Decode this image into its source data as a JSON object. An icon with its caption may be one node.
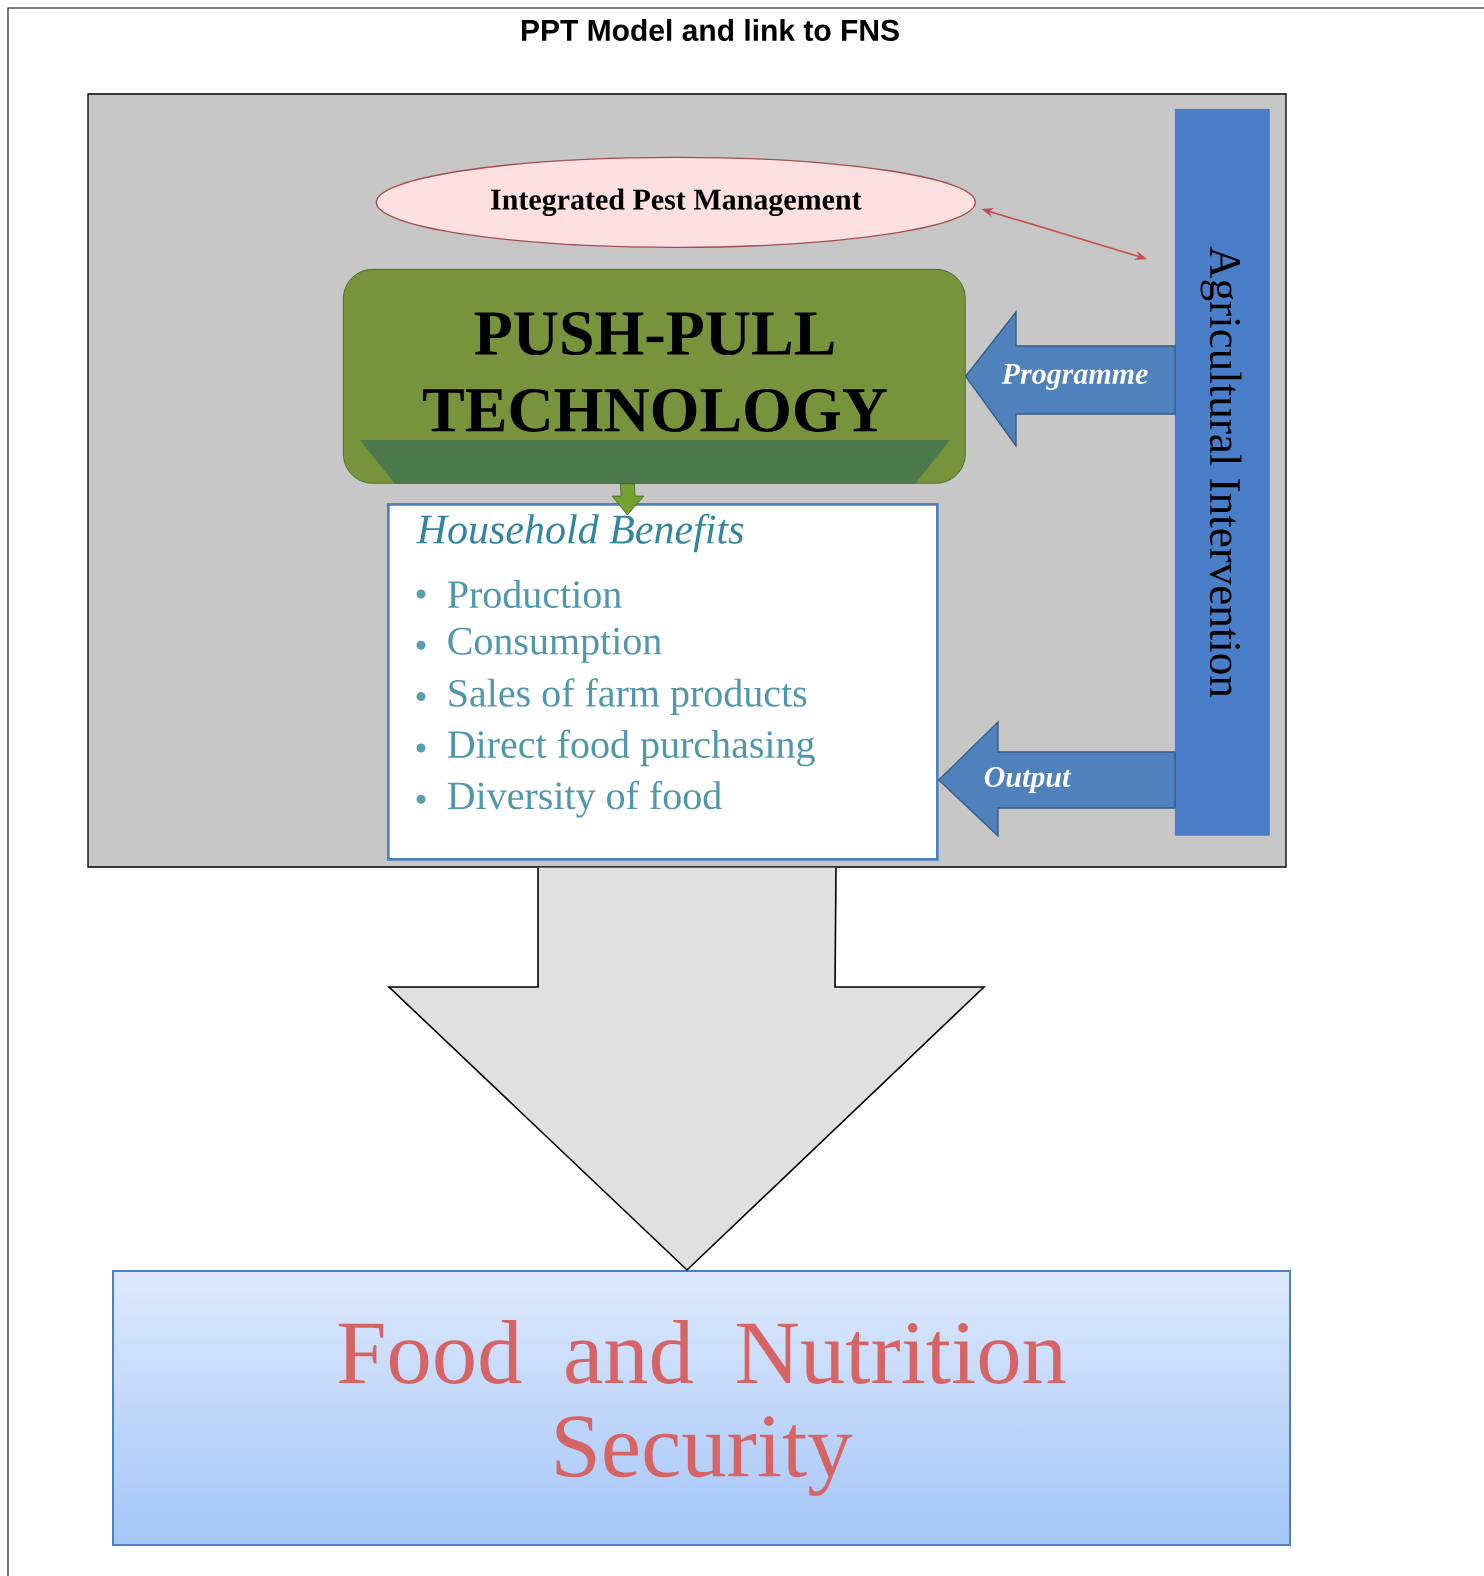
{
  "diagram": {
    "title": "PPT Model and link to FNS",
    "nodes": [
      {
        "text": [],
        "shape": "box"
      },
      {
        "text": [
          "Integrated Pest Management"
        ],
        "in": 0
      },
      {
        "text": [
          "PUSH-PULL TECHNOLOGY"
        ],
        "in": 0
      },
      {
        "text": [
          "Household Benefits",
          "Production",
          "Consumption",
          "Sales of farm products",
          "Direct food purchasing",
          "Diversity of food"
        ],
        "in": 0
      },
      {
        "text": [
          "Agricultural Intervention"
        ],
        "in": 0
      },
      {
        "text": [
          "Food and Nutrition Security"
        ]
      }
    ],
    "edges": [
      {
        "from": 1,
        "to": 4,
        "arrow": "both",
        "color": "#c0504d"
      },
      {
        "from": 4,
        "to": 2,
        "arrow": "to",
        "label": "Programme"
      },
      {
        "from": 2,
        "to": 3,
        "arrow": "to"
      },
      {
        "from": 4,
        "to": 3,
        "arrow": "to",
        "label": "Output"
      },
      {
        "from": 0,
        "to": 5,
        "arrow": "to"
      }
    ]
  }
}
